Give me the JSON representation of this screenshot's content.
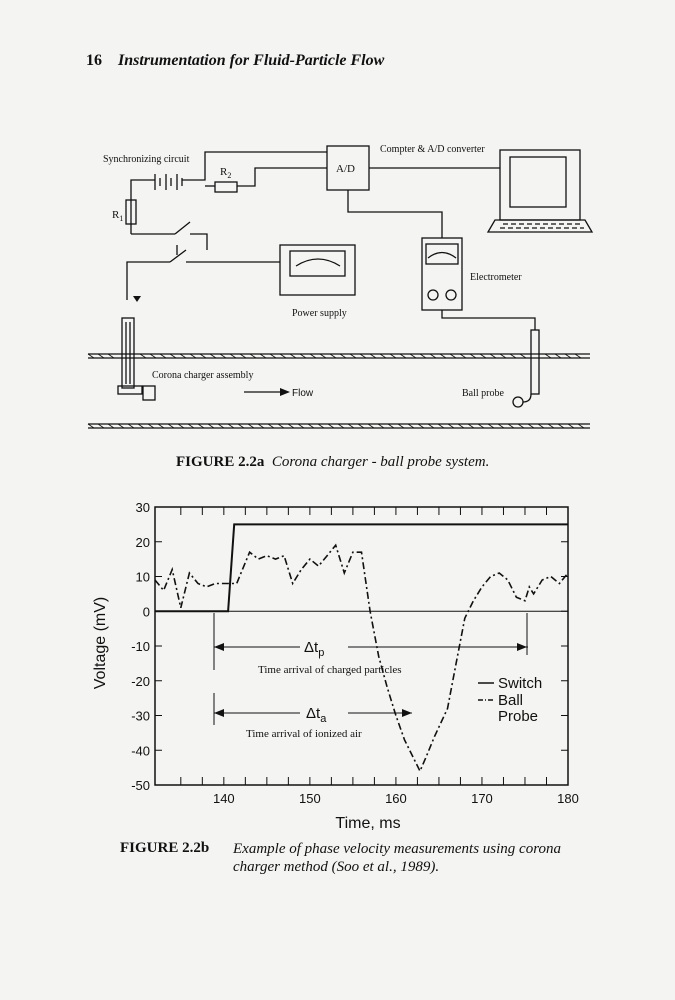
{
  "page": {
    "number": "16",
    "running_title": "Instrumentation for Fluid-Particle Flow"
  },
  "figure_a": {
    "label": "FIGURE 2.2a",
    "caption": "Corona charger - ball probe system.",
    "labels": {
      "sync": "Synchronizing circuit",
      "r1": "R",
      "r1_sub": "1",
      "r2": "R",
      "r2_sub": "2",
      "ad": "A/D",
      "computer": "Compter & A/D converter",
      "electrometer": "Electrometer",
      "power": "Power supply",
      "corona": "Corona charger assembly",
      "flow": "Flow",
      "ball": "Ball probe"
    }
  },
  "figure_b": {
    "label": "FIGURE 2.2b",
    "caption": "Example of phase velocity measurements using corona charger method (Soo et al., 1989).",
    "annotations": {
      "dtp_main": "Δt",
      "dtp_sub": "p",
      "dtp_text": "Time arrival of charged particles",
      "dta_main": "Δt",
      "dta_sub": "a",
      "dta_text": "Time arrival of ionized air"
    }
  },
  "chart_data": {
    "type": "line",
    "title": "",
    "xlabel": "Time, ms",
    "ylabel": "Voltage (mV)",
    "xlim": [
      132,
      180
    ],
    "ylim": [
      -50,
      30
    ],
    "xticks": [
      140,
      150,
      160,
      170,
      180
    ],
    "yticks": [
      30,
      20,
      10,
      0,
      -10,
      -20,
      -30,
      -40,
      -50
    ],
    "legend_position": "right",
    "legend": [
      "Switch",
      "Ball",
      "Probe"
    ],
    "series": [
      {
        "name": "Switch",
        "style": "solid",
        "x": [
          132,
          140.5,
          141.2,
          180
        ],
        "y": [
          0,
          0,
          25,
          25
        ]
      },
      {
        "name": "Ball Probe",
        "style": "dashdot",
        "x": [
          132,
          133,
          134,
          135,
          136,
          137,
          138,
          139,
          140,
          141,
          141.5,
          142,
          143,
          144,
          145,
          146,
          147,
          148,
          149,
          150,
          151,
          152,
          153,
          154,
          155,
          156,
          157,
          158,
          159,
          160,
          161,
          162,
          162.8,
          163.5,
          164.5,
          166,
          167,
          168,
          169,
          170,
          171,
          172,
          173,
          174,
          175,
          175.5,
          176,
          177,
          178,
          179,
          180
        ],
        "y": [
          9,
          6,
          12,
          1,
          11,
          8,
          7,
          8,
          8,
          8,
          8,
          11,
          17,
          15,
          16,
          15,
          16,
          8,
          12,
          15,
          13,
          16,
          19,
          11,
          17,
          17,
          0,
          -13,
          -22,
          -30,
          -37,
          -42,
          -46,
          -42,
          -36,
          -28,
          -15,
          -2,
          3,
          7,
          10,
          11,
          9,
          4,
          3,
          7,
          5,
          9,
          10,
          8,
          11
        ]
      }
    ]
  }
}
